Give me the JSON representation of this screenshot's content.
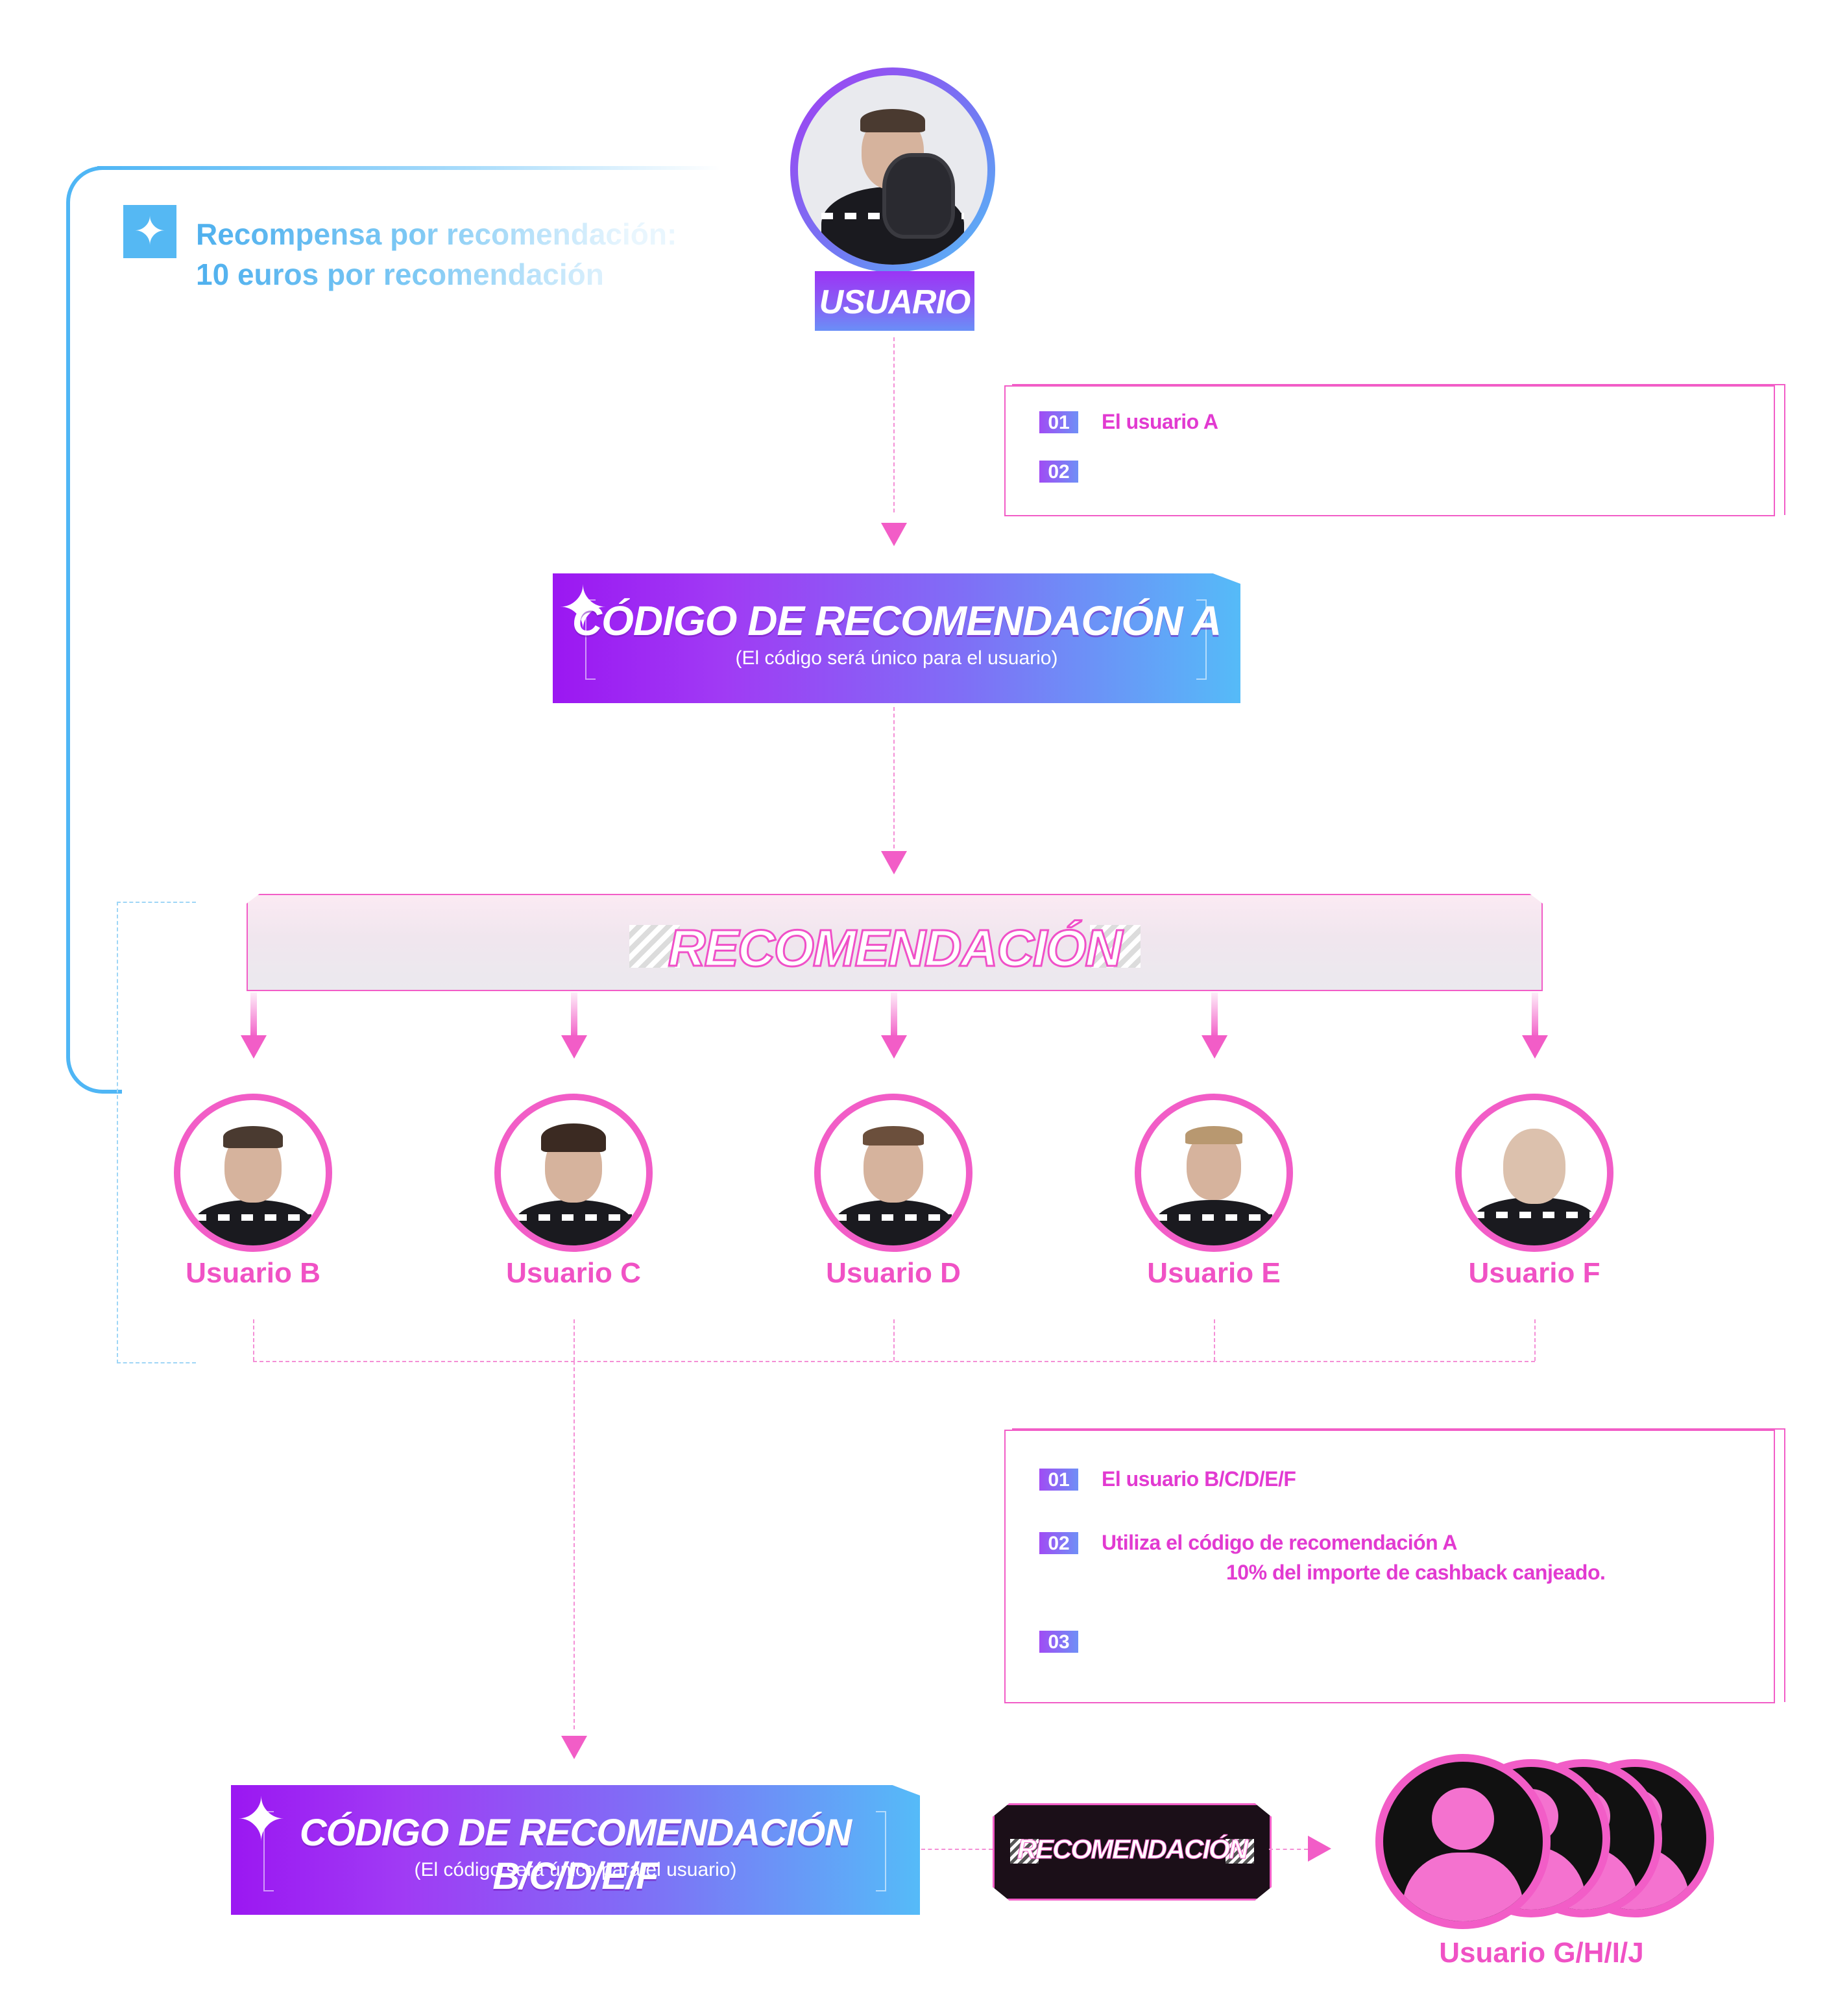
{
  "reward": {
    "line1": "Recompensa por recomendación:",
    "line2": "10 euros por recomendación",
    "icon": "sparkle-icon"
  },
  "user_a": {
    "label": "USUARIO A"
  },
  "info_box_1": {
    "items": [
      {
        "num": "01",
        "text": "El usuario A"
      },
      {
        "num": "02",
        "text": ""
      }
    ]
  },
  "code_a": {
    "title": "CÓDIGO DE RECOMENDACIÓN A",
    "subtitle": "(El código será único para el usuario)"
  },
  "recommendation": {
    "title": "RECOMENDACIÓN"
  },
  "users": [
    {
      "label": "Usuario B"
    },
    {
      "label": "Usuario C"
    },
    {
      "label": "Usuario D"
    },
    {
      "label": "Usuario E"
    },
    {
      "label": "Usuario F"
    }
  ],
  "info_box_2": {
    "items": [
      {
        "num": "01",
        "text": "El usuario B/C/D/E/F"
      },
      {
        "num": "02",
        "text": "Utiliza el código de recomendación A",
        "text2": "10% del importe de cashback canjeado."
      },
      {
        "num": "03",
        "text": ""
      }
    ]
  },
  "code_bcdef": {
    "title": "CÓDIGO DE RECOMENDACIÓN B/C/D/E/F",
    "subtitle": "(El código será único para el usuario)"
  },
  "rec_badge": {
    "label": "RECOMENDACIÓN"
  },
  "group": {
    "label": "Usuario G/H/I/J"
  },
  "colors": {
    "pink": "#f25dc7",
    "blue": "#4fb6f5",
    "purple": "#9b17f2"
  }
}
